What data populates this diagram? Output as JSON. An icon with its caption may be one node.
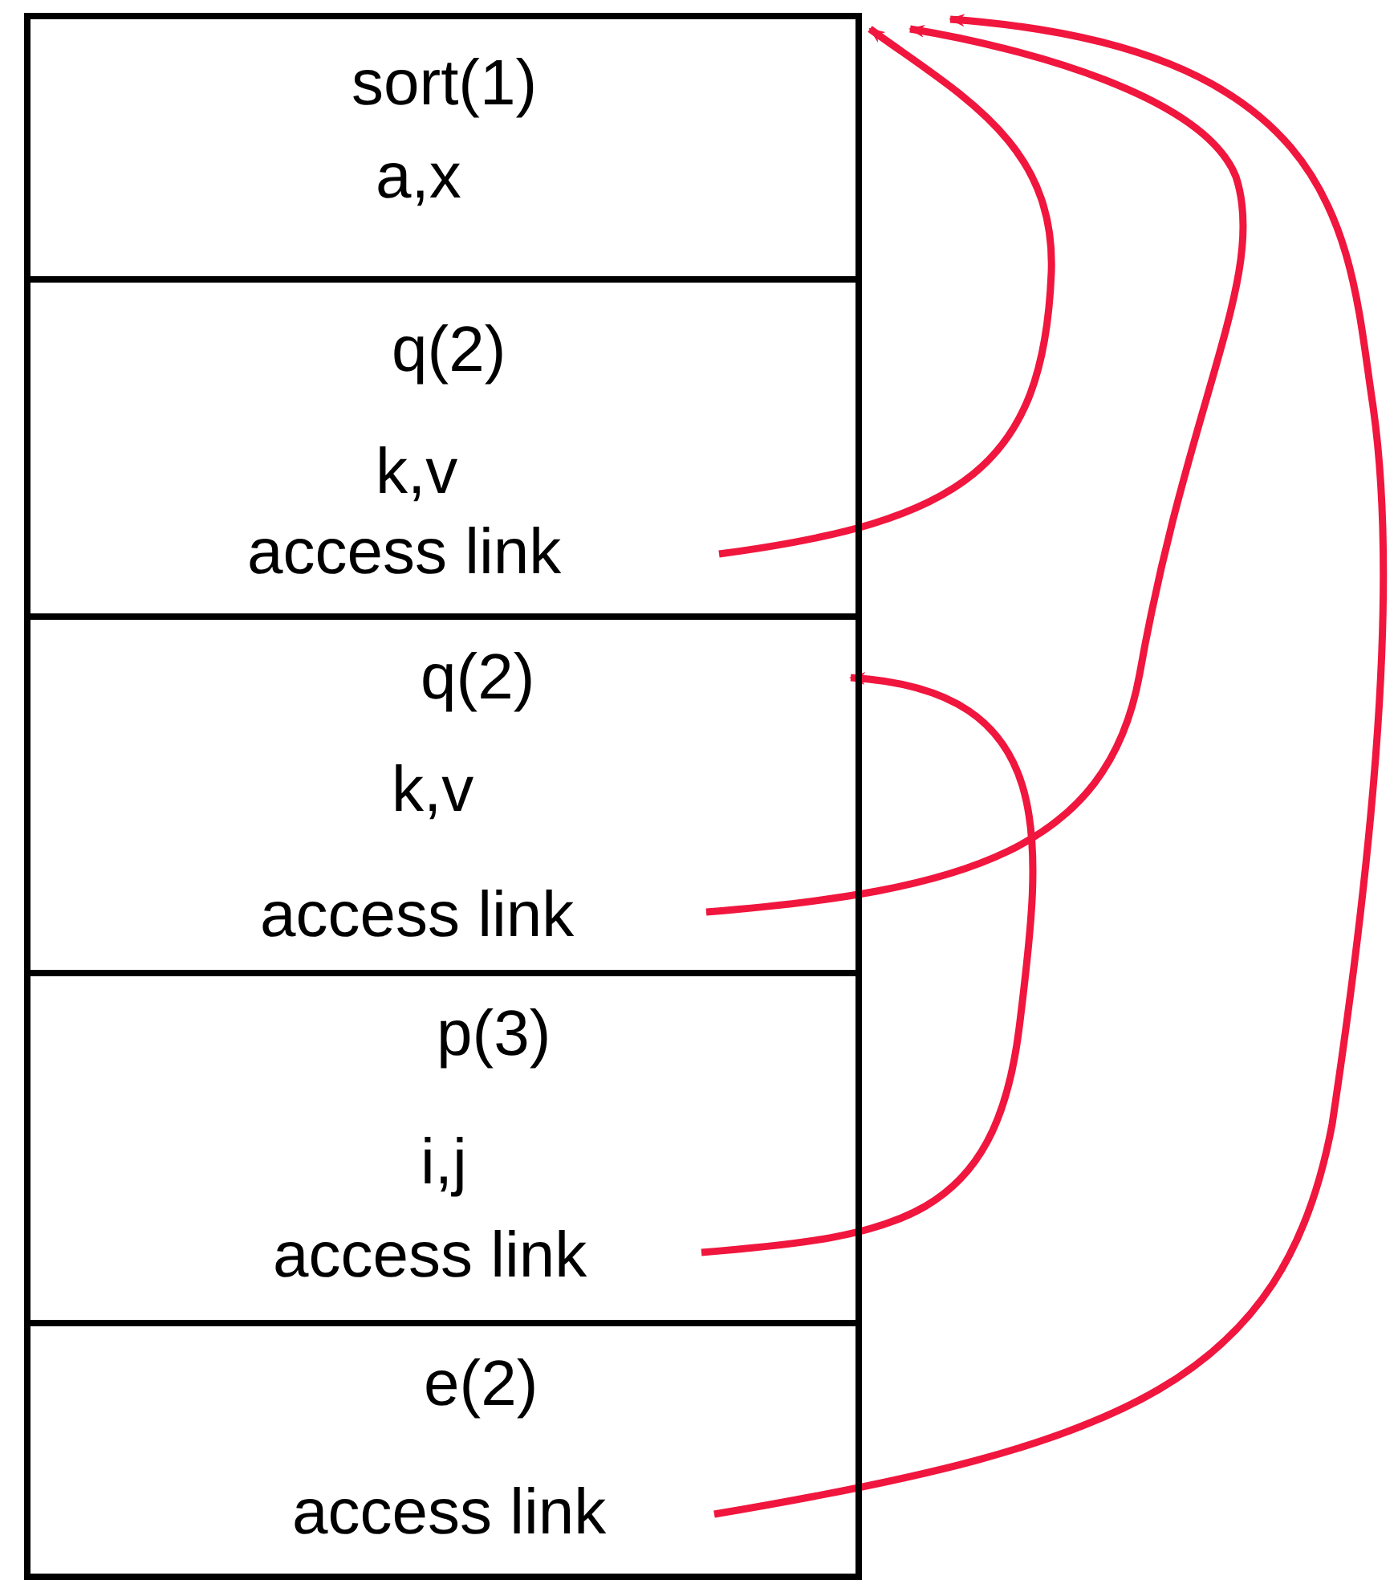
{
  "diagram": {
    "nodes": [
      {
        "text": [
          "sort(1)",
          "a,x"
        ]
      },
      {
        "text": [
          "q(2)",
          "k,v",
          "access link"
        ]
      },
      {
        "text": [
          "q(2)",
          "k,v",
          "access link"
        ]
      },
      {
        "text": [
          "p(3)",
          "i,j",
          "access link"
        ]
      },
      {
        "text": [
          "e(2)",
          "access link"
        ]
      }
    ],
    "edges": [
      {
        "from": 1,
        "to": 0,
        "arrow": "to"
      },
      {
        "from": 2,
        "to": 0,
        "arrow": "to"
      },
      {
        "from": 3,
        "to": 2,
        "arrow": "to"
      },
      {
        "from": 4,
        "to": 0,
        "arrow": "to"
      }
    ]
  }
}
